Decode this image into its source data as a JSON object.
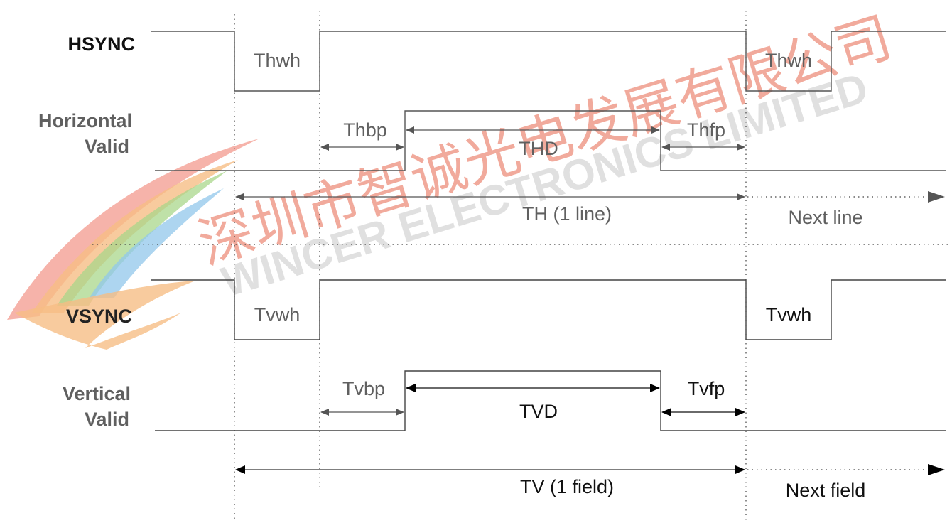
{
  "watermark": {
    "chinese": "深圳市智诚光电发展有限公司",
    "english": "WINCER ELECTRONICS LIMITED",
    "colors": {
      "chinese": "#e8735c",
      "english": "#c8c8c8",
      "logo_red": "#f08070",
      "logo_green": "#8cc864",
      "logo_blue": "#6cb4e4",
      "logo_orange": "#f4a85c"
    }
  },
  "horizontal": {
    "hsync_label": "HSYNC",
    "valid_label_line1": "Horizontal",
    "valid_label_line2": "Valid",
    "thwh": "Thwh",
    "thwh_next": "Thwh",
    "thbp": "Thbp",
    "thd": "THD",
    "thfp": "Thfp",
    "th": "TH (1 line)",
    "next": "Next line"
  },
  "vertical": {
    "vsync_label": "VSYNC",
    "valid_label_line1": "Vertical",
    "valid_label_line2": "Valid",
    "tvwh": "Tvwh",
    "tvwh_next": "Tvwh",
    "tvbp": "Tvbp",
    "tvd": "TVD",
    "tvfp": "Tvfp",
    "tv": "TV (1 field)",
    "next": "Next field"
  },
  "colors": {
    "line": "#555555",
    "text_dark": "#111111",
    "text_gray": "#606060",
    "dotted": "#444444"
  }
}
